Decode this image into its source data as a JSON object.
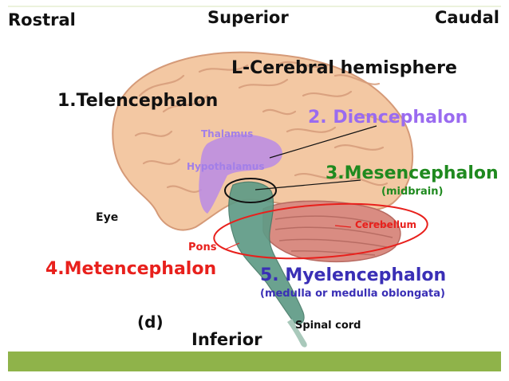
{
  "orientation": {
    "rostral": "Rostral",
    "superior": "Superior",
    "caudal": "Caudal",
    "inferior": "Inferior"
  },
  "labels": {
    "cerebral_hemisphere": "L-Cerebral hemisphere",
    "telencephalon": "1.Telencephalon",
    "diencephalon": "2. Diencephalon",
    "thalamus": "Thalamus",
    "hypothalamus": "Hypothalamus",
    "mesencephalon": "3.Mesencephalon",
    "midbrain": "(midbrain)",
    "eye": "Eye",
    "cerebellum": "Cerebellum",
    "pons": "Pons",
    "metencephalon": "4.Metencephalon",
    "myelencephalon": "5. Myelencephalon",
    "medulla": "(medulla or medulla oblongata)",
    "panel": "(d)",
    "spinal_cord": "Spinal cord"
  },
  "colors": {
    "black": "#111111",
    "diencephalon": "#9a6bf0",
    "thalamus_label": "#a27fe8",
    "mesencephalon": "#1f8a1f",
    "metencephalon": "#e8201c",
    "myelencephalon": "#3a2fb6",
    "cerebellum_label": "#e8201c",
    "footer": "#8fb34a",
    "brain": "#f3c8a3",
    "brain_shade": "#dba07c",
    "cerebellum": "#d98c82",
    "brainstem": "#5f9b86",
    "diencephalon_region": "#b98be6"
  }
}
